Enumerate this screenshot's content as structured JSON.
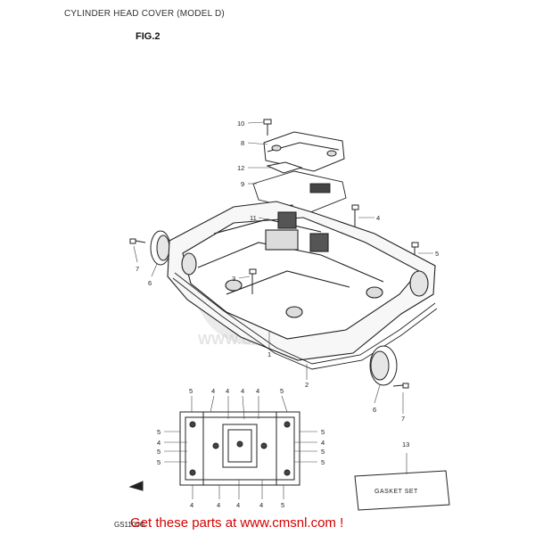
{
  "header": {
    "title": "CYLINDER HEAD COVER (MODEL D)",
    "figure_label": "FIG.2"
  },
  "callouts": {
    "c10": "10",
    "c8": "8",
    "c12": "12",
    "c9": "9",
    "c11": "11",
    "c4_top": "4",
    "c5_right": "5",
    "c7_left": "7",
    "c6_left": "6",
    "c3": "3",
    "c1": "1",
    "c2": "2",
    "c6_right": "6",
    "c7_right": "7",
    "c13": "13",
    "row_top_5a": "5",
    "row_top_4a": "4",
    "row_top_4b": "4",
    "row_top_4c": "4",
    "row_top_4d": "4",
    "row_top_5b": "5",
    "left_5a": "5",
    "left_4": "4",
    "left_5b": "5",
    "left_5c": "5",
    "right_5a": "5",
    "right_4": "4",
    "right_5b": "5",
    "right_5c": "5",
    "row_bot_4a": "4",
    "row_bot_4b": "4",
    "row_bot_4c": "4",
    "row_bot_4d": "4",
    "row_bot_5": "5"
  },
  "gasket_set_label": "GASKET SET",
  "diagram_code": "GS1100G",
  "promo_text": "Get these parts at www.cmsnl.com !",
  "watermark_text": "WWW.CMSNL.COM"
}
